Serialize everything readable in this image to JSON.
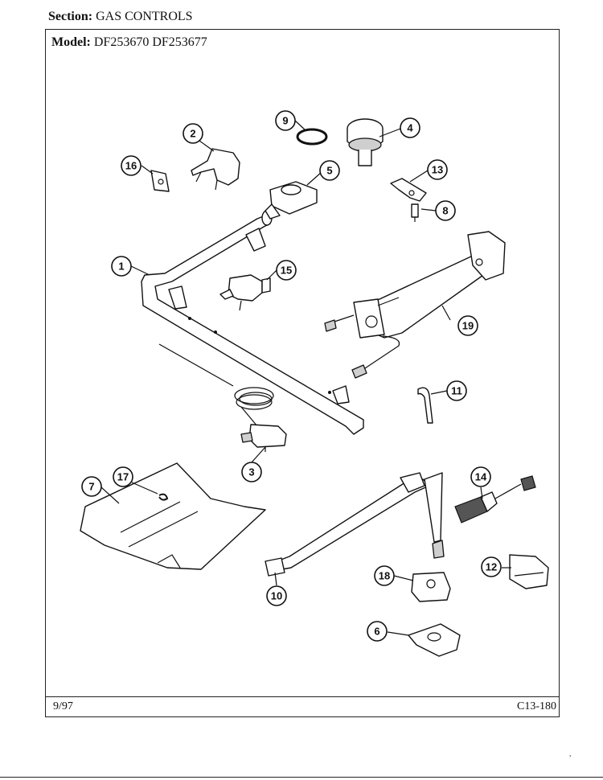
{
  "header": {
    "section_label": "Section:",
    "section_value": "GAS CONTROLS"
  },
  "model": {
    "label": "Model:",
    "value": "DF253670  DF253677"
  },
  "footer": {
    "date": "9/97",
    "page_id": "C13-180"
  },
  "callouts": [
    {
      "id": "callout-1",
      "number": "1"
    },
    {
      "id": "callout-2",
      "number": "2"
    },
    {
      "id": "callout-3",
      "number": "3"
    },
    {
      "id": "callout-4",
      "number": "4"
    },
    {
      "id": "callout-5",
      "number": "5"
    },
    {
      "id": "callout-6",
      "number": "6"
    },
    {
      "id": "callout-7",
      "number": "7"
    },
    {
      "id": "callout-8",
      "number": "8"
    },
    {
      "id": "callout-9",
      "number": "9"
    },
    {
      "id": "callout-10",
      "number": "10"
    },
    {
      "id": "callout-11",
      "number": "11"
    },
    {
      "id": "callout-12",
      "number": "12"
    },
    {
      "id": "callout-13",
      "number": "13"
    },
    {
      "id": "callout-14",
      "number": "14"
    },
    {
      "id": "callout-15",
      "number": "15"
    },
    {
      "id": "callout-16",
      "number": "16"
    },
    {
      "id": "callout-17",
      "number": "17"
    },
    {
      "id": "callout-18",
      "number": "18"
    },
    {
      "id": "callout-19",
      "number": "19"
    }
  ]
}
